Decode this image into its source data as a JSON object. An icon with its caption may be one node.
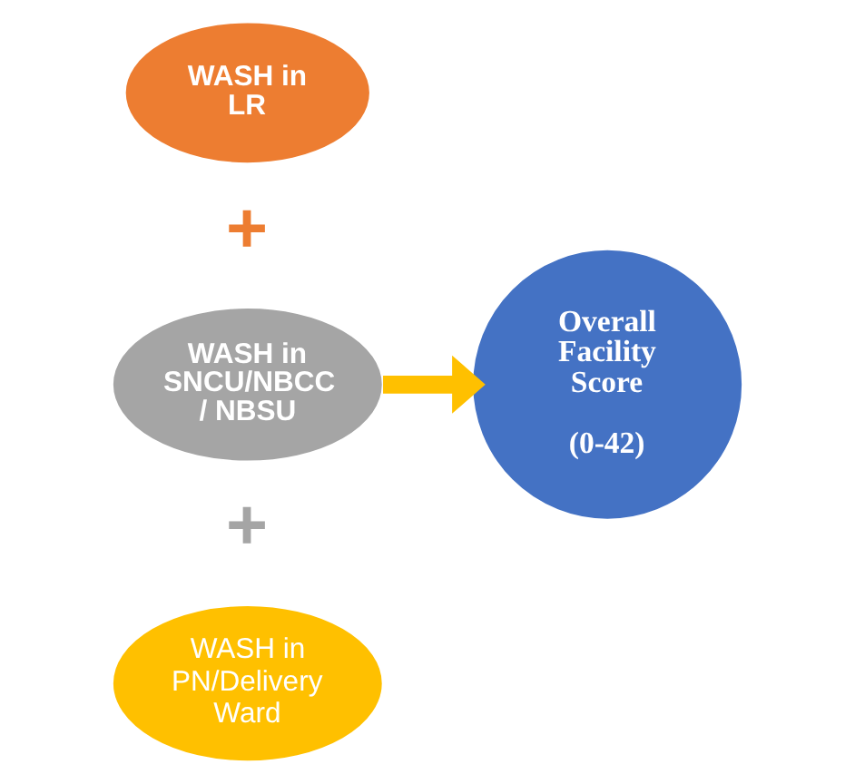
{
  "diagram": {
    "nodes": [
      {
        "text": [
          "WASH in LR"
        ]
      },
      {
        "text": [
          "WASH in SNCU/NBCC / NBSU"
        ]
      },
      {
        "text": [
          "WASH in PN/Delivery Ward"
        ]
      },
      {
        "text": [
          "Overall Facility Score",
          "(0-42)"
        ]
      }
    ],
    "edges": [
      {
        "from": 1,
        "to": 3,
        "arrow": "to",
        "color": "#ffc000"
      }
    ],
    "labels": [
      "+",
      "+"
    ]
  }
}
